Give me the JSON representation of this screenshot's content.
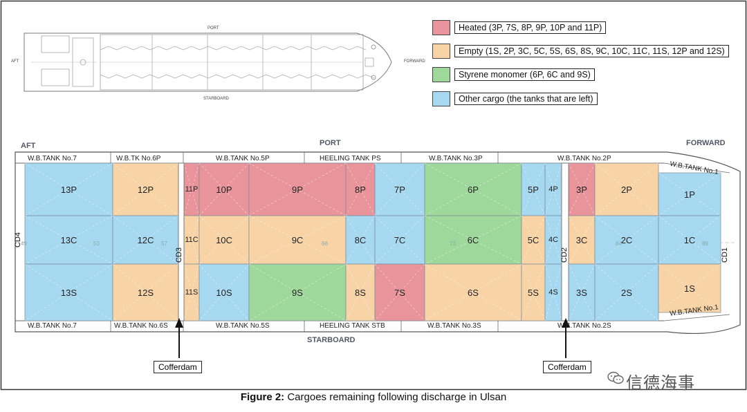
{
  "colors": {
    "heated": "#e8949a",
    "empty": "#f7d3a6",
    "styrene": "#9fd89b",
    "other": "#a6d8f0"
  },
  "legend": [
    {
      "key": "heated",
      "label": "Heated (3P, 7S, 8P, 9P, 10P and 11P)"
    },
    {
      "key": "empty",
      "label": "Empty (1S, 2P, 3C, 5C, 5S, 6S, 8S, 9C, 10C, 11C, 11S, 12P and 12S)"
    },
    {
      "key": "styrene",
      "label": "Styrene monomer (6P, 6C and 9S)"
    },
    {
      "key": "other",
      "label": "Other cargo (the tanks that are left)"
    }
  ],
  "overview": {
    "aft": "AFT",
    "port": "PORT",
    "forward": "FORWARD",
    "starboard": "STARBOARD"
  },
  "plan": {
    "aft": "AFT",
    "port": "PORT",
    "forward": "FORWARD",
    "starboard": "STARBOARD",
    "cofferdam_left": "Cofferdam",
    "cofferdam_right": "Cofferdam",
    "cd_labels": [
      "CD4",
      "CD3",
      "CD2",
      "CD1"
    ],
    "top_wb": [
      "W.B.TANK No.7",
      "W.B.TK No.6P",
      "W.B.TANK No.5P",
      "HEELING TANK PS",
      "W.B.TANK No.3P",
      "W.B.TANK No.2P",
      "W.B.TANK No.1"
    ],
    "bottom_wb": [
      "W.B.TANK No.7",
      "W.B.TANK No.6S",
      "W.B.TANK No.5S",
      "HEELING TANK STB",
      "W.B.TANK No.3S",
      "W.B.TANK No.2S",
      "W.B.TANK No.1"
    ]
  },
  "tanks": [
    {
      "id": "13P",
      "cargo": "other"
    },
    {
      "id": "13C",
      "cargo": "other"
    },
    {
      "id": "13S",
      "cargo": "other"
    },
    {
      "id": "12P",
      "cargo": "empty"
    },
    {
      "id": "12C",
      "cargo": "other"
    },
    {
      "id": "12S",
      "cargo": "empty"
    },
    {
      "id": "11P",
      "cargo": "heated"
    },
    {
      "id": "11C",
      "cargo": "empty"
    },
    {
      "id": "11S",
      "cargo": "empty"
    },
    {
      "id": "10P",
      "cargo": "heated"
    },
    {
      "id": "10C",
      "cargo": "empty"
    },
    {
      "id": "10S",
      "cargo": "other"
    },
    {
      "id": "9P",
      "cargo": "heated"
    },
    {
      "id": "9C",
      "cargo": "empty"
    },
    {
      "id": "9S",
      "cargo": "styrene"
    },
    {
      "id": "8P",
      "cargo": "heated"
    },
    {
      "id": "8C",
      "cargo": "other"
    },
    {
      "id": "8S",
      "cargo": "empty"
    },
    {
      "id": "7P",
      "cargo": "other"
    },
    {
      "id": "7C",
      "cargo": "other"
    },
    {
      "id": "7S",
      "cargo": "heated"
    },
    {
      "id": "6P",
      "cargo": "styrene"
    },
    {
      "id": "6C",
      "cargo": "styrene"
    },
    {
      "id": "6S",
      "cargo": "empty"
    },
    {
      "id": "5P",
      "cargo": "other"
    },
    {
      "id": "5C",
      "cargo": "empty"
    },
    {
      "id": "5S",
      "cargo": "empty"
    },
    {
      "id": "4P",
      "cargo": "other"
    },
    {
      "id": "4C",
      "cargo": "other"
    },
    {
      "id": "4S",
      "cargo": "other"
    },
    {
      "id": "3P",
      "cargo": "heated"
    },
    {
      "id": "3C",
      "cargo": "empty"
    },
    {
      "id": "3S",
      "cargo": "other"
    },
    {
      "id": "2P",
      "cargo": "empty"
    },
    {
      "id": "2C",
      "cargo": "other"
    },
    {
      "id": "2S",
      "cargo": "other"
    },
    {
      "id": "1P",
      "cargo": "other"
    },
    {
      "id": "1C",
      "cargo": "other"
    },
    {
      "id": "1S",
      "cargo": "empty"
    }
  ],
  "caption": {
    "bold": "Figure 2:",
    "text": " Cargoes remaining following discharge in Ulsan"
  },
  "watermark": "信德海事"
}
